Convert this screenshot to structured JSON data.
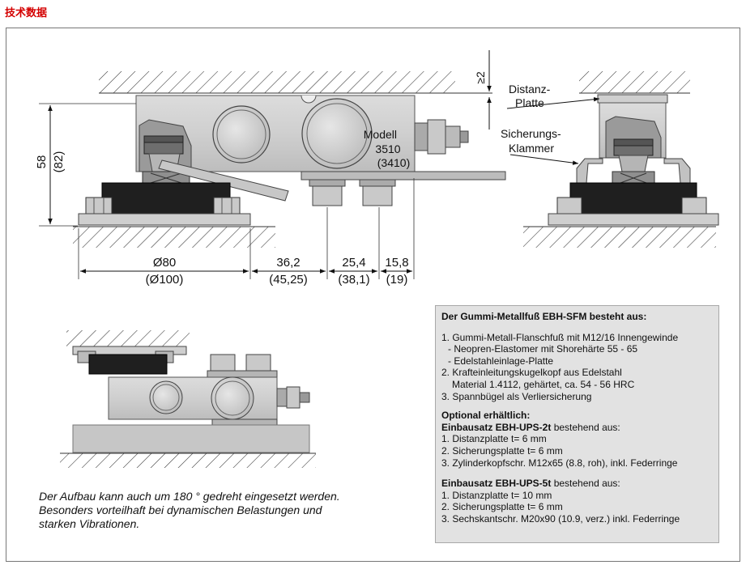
{
  "header": "技术数据",
  "labels": {
    "distanz_1": "Distanz-",
    "distanz_2": "Platte",
    "sicherung_1": "Sicherungs-",
    "sicherung_2": "Klammer",
    "modell": "Modell",
    "model_no": "3510",
    "model_alt": "(3410)",
    "gap": "≥2"
  },
  "dimensions": {
    "height": "58",
    "height_alt": "(82)",
    "d1": "Ø80",
    "d1_alt": "(Ø100)",
    "d2": "36,2",
    "d2_alt": "(45,25)",
    "d3": "25,4",
    "d3_alt": "(38,1)",
    "d4": "15,8",
    "d4_alt": "(19)"
  },
  "info": {
    "title": "Der Gummi-Metallfuß EBH-SFM besteht aus:",
    "l1": "1. Gummi-Metall-Flanschfuß mit M12/16 Innengewinde",
    "l2": "- Neopren-Elastomer mit Shorehärte 55 - 65",
    "l3": "- Edelstahleinlage-Platte",
    "l4": "2. Krafteinleitungskugelkopf aus Edelstahl",
    "l5": "Material 1.4112, gehärtet, ca. 54 - 56 HRC",
    "l6": "3. Spannbügel als Verliersicherung",
    "opt_title": "Optional erhältlich:",
    "kit1_name": "Einbausatz EBH-UPS-2t",
    "kit1_suffix": " bestehend aus:",
    "kit1_l1": "1. Distanzplatte t= 6 mm",
    "kit1_l2": "2. Sicherungsplatte t= 6 mm",
    "kit1_l3": "3. Zylinderkopfschr. M12x65 (8.8, roh), inkl. Federringe",
    "kit2_name": "Einbausatz EBH-UPS-5t",
    "kit2_suffix": " bestehend aus:",
    "kit2_l1": "1. Distanzplatte t= 10 mm",
    "kit2_l2": "2. Sicherungsplatte t= 6 mm",
    "kit2_l3": "3. Sechskantschr. M20x90 (10.9, verz.) inkl. Federringe"
  },
  "note": {
    "l1": "Der Aufbau kann auch um 180 ° gedreht eingesetzt werden.",
    "l2": "Besonders vorteilhaft bei dynamischen Belastungen und",
    "l3": "starken Vibrationen."
  }
}
